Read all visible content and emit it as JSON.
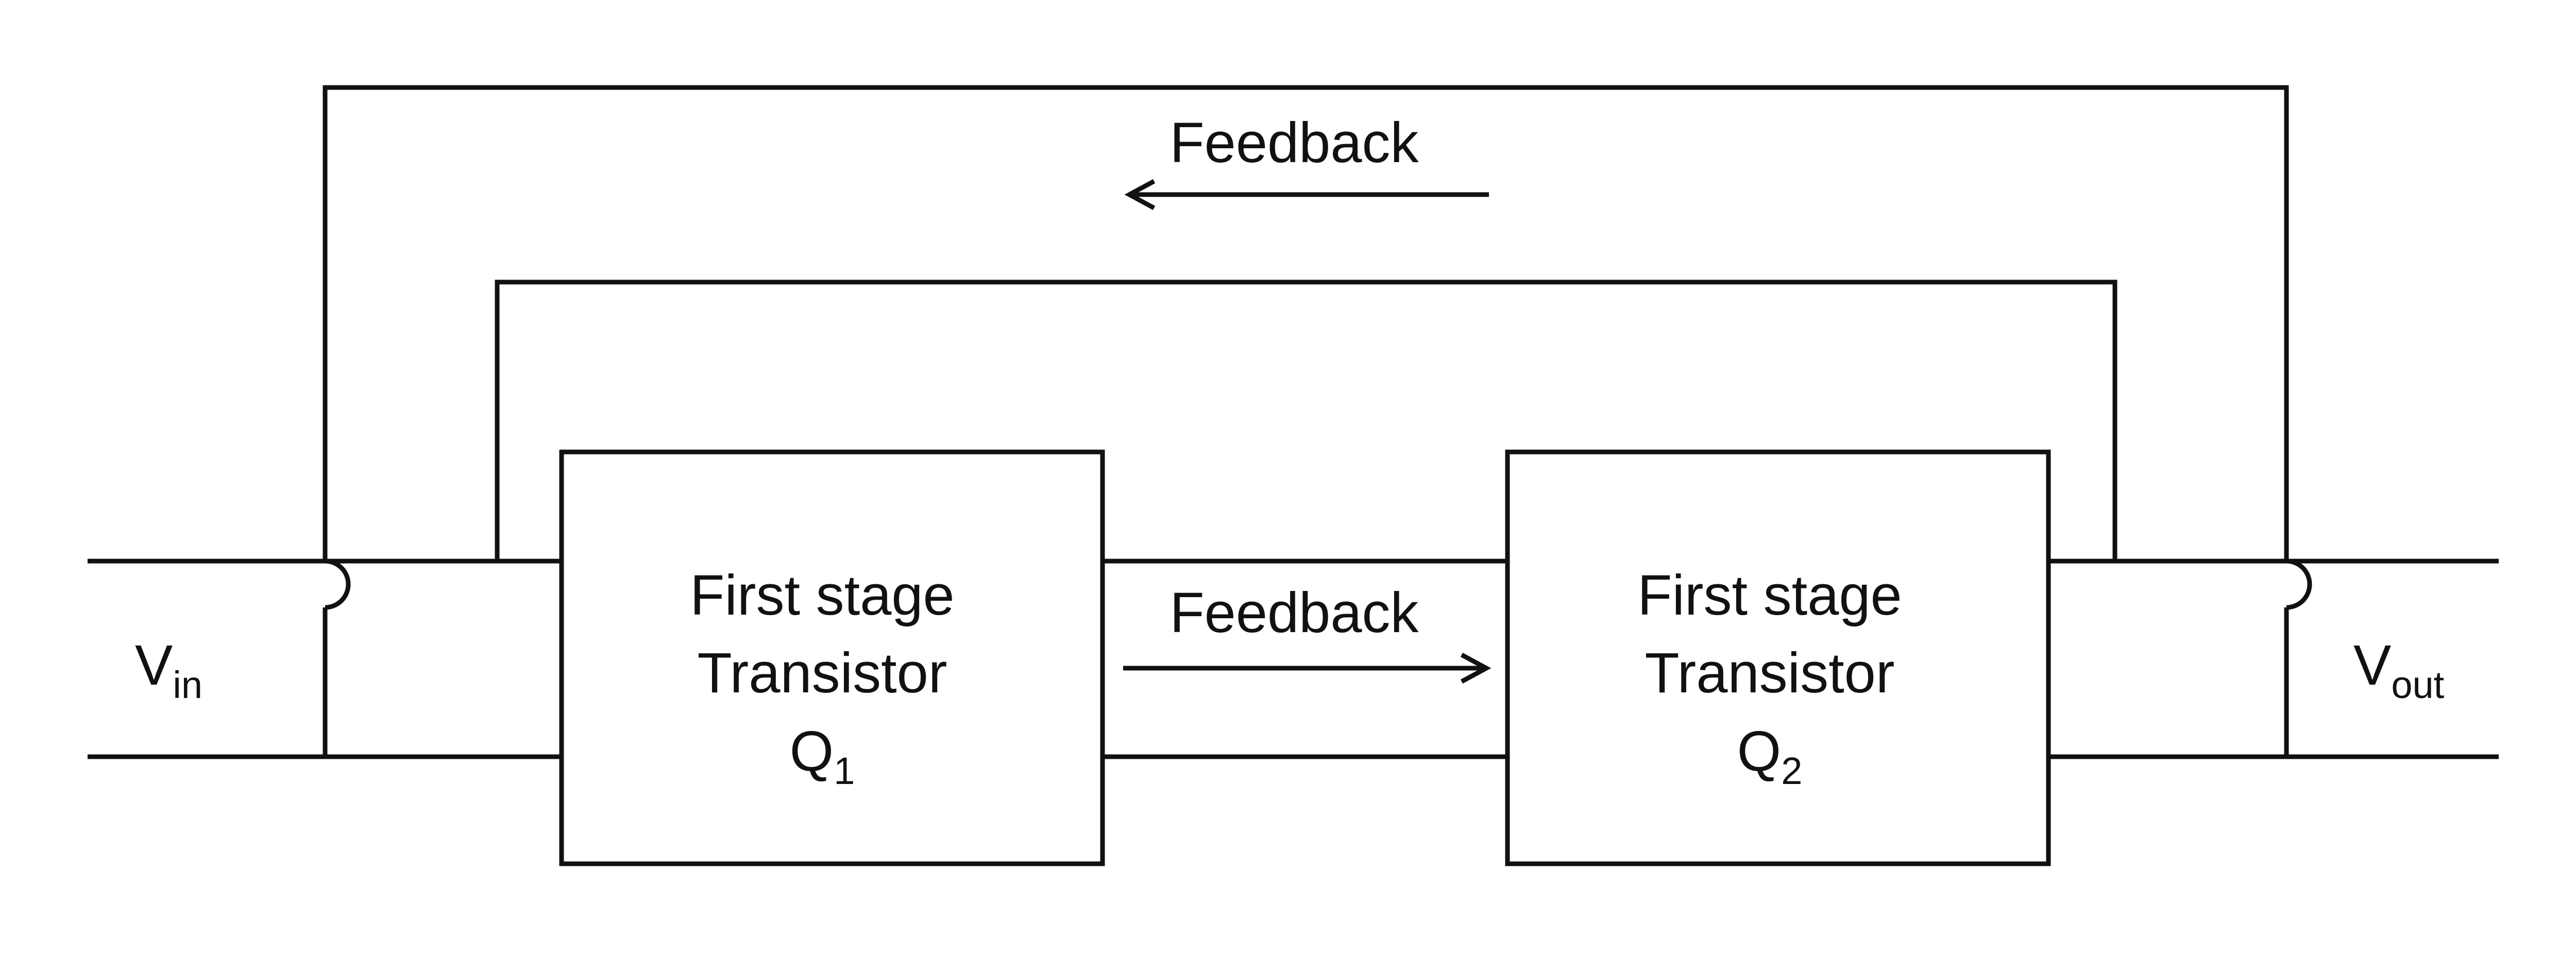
{
  "input": {
    "main": "V",
    "sub": "in"
  },
  "output": {
    "main": "V",
    "sub": "out"
  },
  "feedback_top": {
    "label": "Feedback"
  },
  "feedback_middle": {
    "label": "Feedback"
  },
  "stage1": {
    "line1": "First stage",
    "line2": "Transistor",
    "symbol": "Q",
    "index": "1"
  },
  "stage2": {
    "line1": "First stage",
    "line2": "Transistor",
    "symbol": "Q",
    "index": "2"
  },
  "colors": {
    "line": "#111111",
    "background": "#ffffff"
  }
}
